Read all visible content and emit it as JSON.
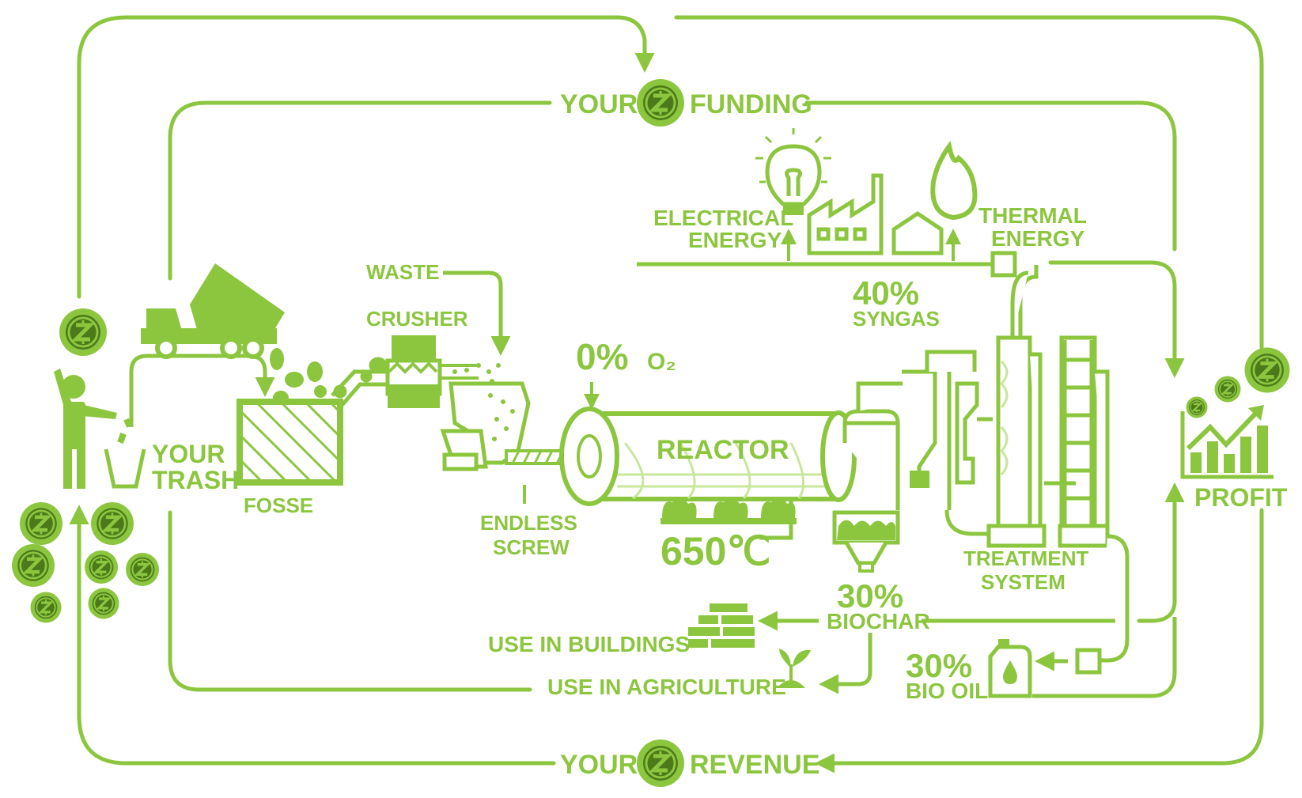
{
  "colors": {
    "green": "#8cc63f",
    "dark": "#6fa52a",
    "coin_dark": "#4c7a1a",
    "light": "#c9e69a"
  },
  "labels": {
    "your1": "YOUR",
    "funding": "FUNDING",
    "your2": "YOUR",
    "revenue": "REVENUE",
    "your_trash_1": "YOUR",
    "your_trash_2": "TRASH",
    "fosse": "FOSSE",
    "waste": "WASTE",
    "crusher": "CRUSHER",
    "oxygen_pct": "0%",
    "oxygen_sym": "O₂",
    "reactor": "REACTOR",
    "temperature": "650℃",
    "endless_1": "ENDLESS",
    "endless_2": "SCREW",
    "elec_1": "ELECTRICAL",
    "elec_2": "ENERGY",
    "therm_1": "THERMAL",
    "therm_2": "ENERGY",
    "syngas_pct": "40%",
    "syngas": "SYNGAS",
    "treat_1": "TREATMENT",
    "treat_2": "SYSTEM",
    "biochar_pct": "30%",
    "biochar": "BIOCHAR",
    "biooil_pct": "30%",
    "biooil": "BIO OIL",
    "buildings": "USE IN BUILDINGS",
    "agriculture": "USE IN AGRICULTURE",
    "profit": "PROFIT"
  },
  "icons": {
    "coin": "z-coin-icon",
    "person": "person-icon",
    "bin": "trash-bin-icon",
    "truck": "dump-truck-icon",
    "bulb": "lightbulb-icon",
    "factory": "factory-icon",
    "house": "house-icon",
    "flame": "flame-icon",
    "bricks": "bricks-icon",
    "sprout": "sprout-icon",
    "canister": "oil-canister-icon",
    "chart": "growth-chart-icon"
  }
}
